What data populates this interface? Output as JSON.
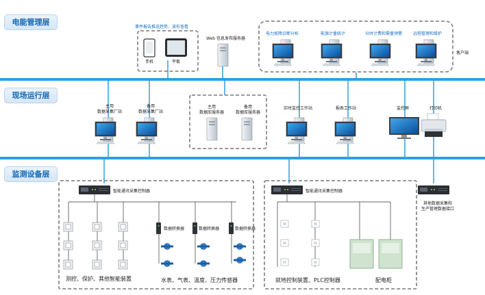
{
  "layers": {
    "energy_mgmt": "电能管理层",
    "field_ops": "现场运行层",
    "monitoring": "监测设备层"
  },
  "top": {
    "event_report": "事件报告推送趋势、波形查看",
    "phone": "手机",
    "tablet": "平板",
    "web_server": "Web 信息发布服务器",
    "clients": [
      "电力故障诊断分析",
      "能源计量统计",
      "分时计费和需量预警",
      "远程管理和维护"
    ],
    "client_side": "客户端"
  },
  "middle": {
    "main_collector": [
      "主用",
      "数据采集厂站"
    ],
    "backup_collector": [
      "备用",
      "数据采集厂站"
    ],
    "main_db": [
      "主用",
      "数据库服务器"
    ],
    "backup_db": [
      "备用",
      "数据库服务器"
    ],
    "realtime_ws": "实时监控工作站",
    "report_ws": "报表工作站",
    "monitor_screen": "监控屏",
    "printer": "打印机"
  },
  "bottom": {
    "controller_left": "智能通讯采集控制器",
    "controller_right": "智能通讯采集控制器",
    "converters": [
      "数据转换器",
      "数据转换器",
      "数据转换器"
    ],
    "left_caption": "测控、保护、其他智能装置",
    "sensors_caption": "水表、气表、温度、压力传感器",
    "right_caption": "就地控制装置、PLC控制器",
    "cabinet": "配电柜",
    "other_collect": [
      "其他数据采集和",
      "生产管理数据接口"
    ]
  },
  "colors": {
    "bus": "#2f9fe0",
    "label_text": "#1467b3",
    "client_text": "#1a6fc0"
  }
}
